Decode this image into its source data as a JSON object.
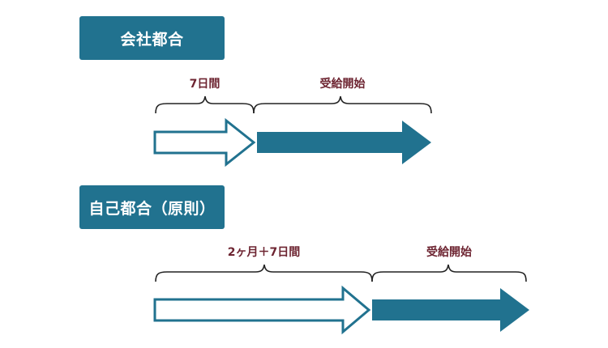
{
  "colors": {
    "teal": "#21728f",
    "maroon": "#6d2431",
    "white": "#ffffff"
  },
  "cases": [
    {
      "label": "会社都合",
      "waiting_period_label": "7日間",
      "benefit_label": "受給開始"
    },
    {
      "label": "自己都合（原則）",
      "waiting_period_label": "2ヶ月＋7日間",
      "benefit_label": "受給開始"
    }
  ]
}
